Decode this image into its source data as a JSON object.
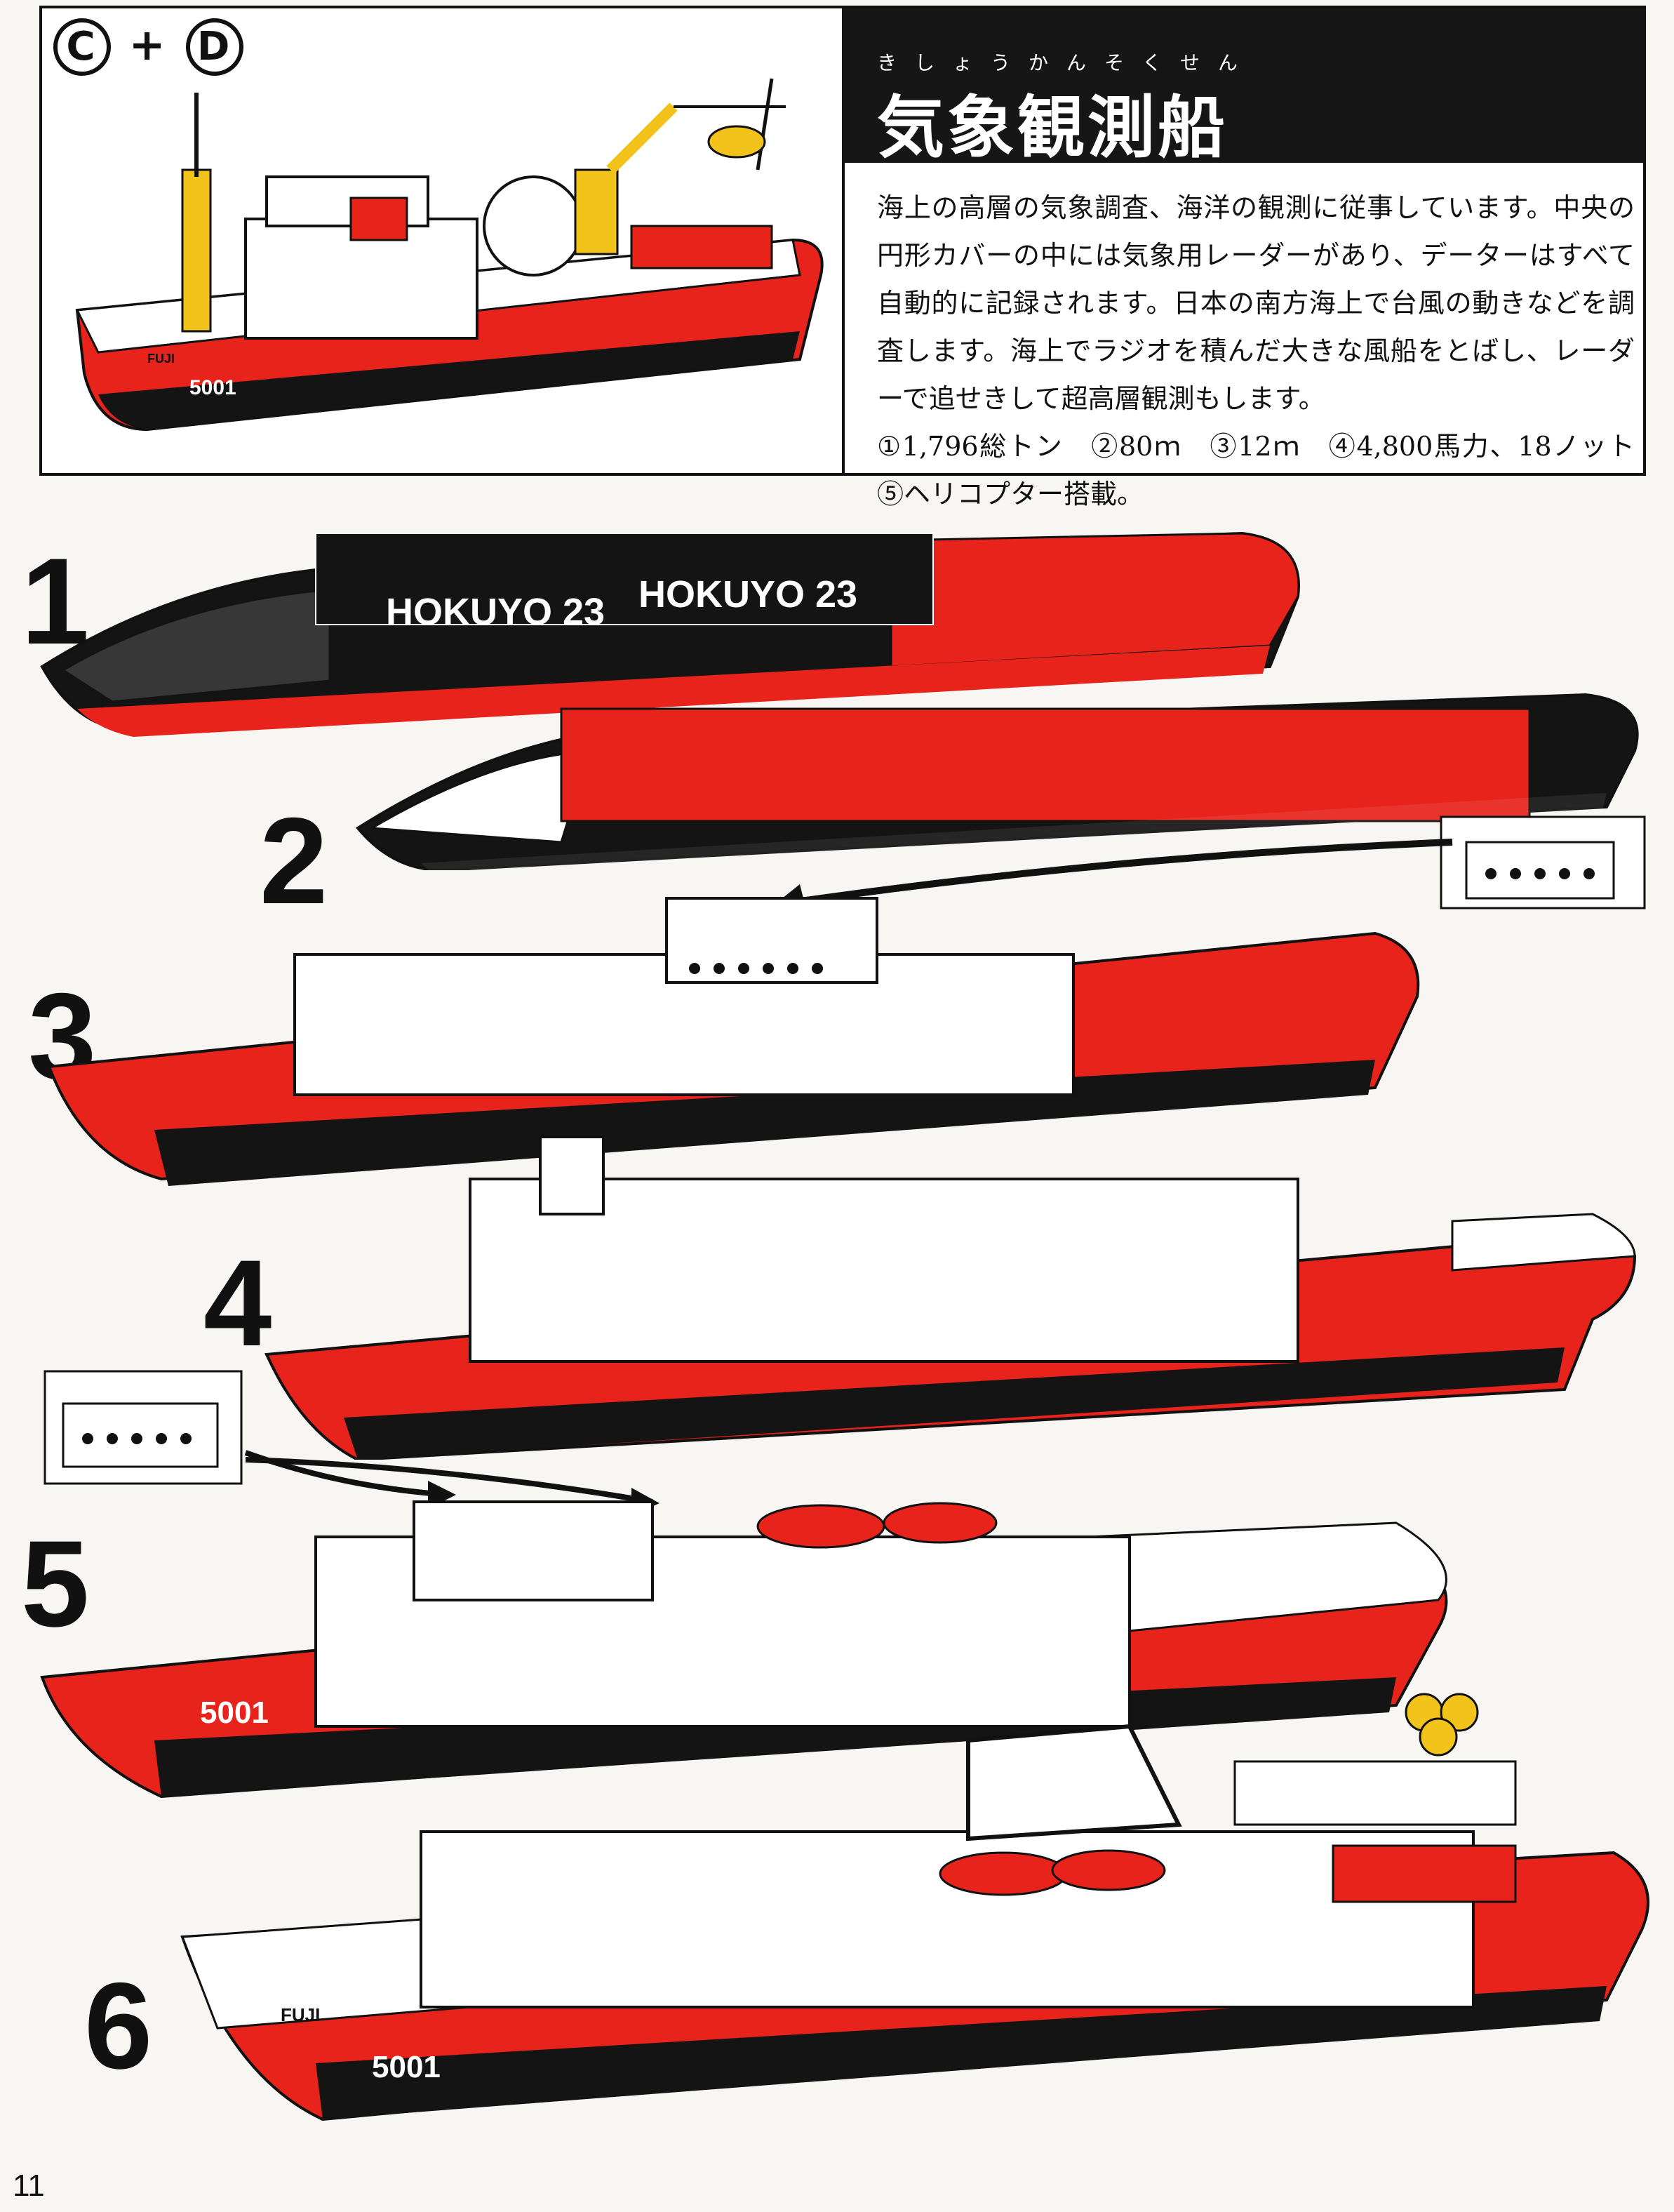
{
  "header": {
    "model_code": {
      "left": "C",
      "plus": "+",
      "right": "D"
    },
    "title_furigana": "きしょうかんそくせん",
    "title": "気象観測船",
    "description": "海上の高層の気象調査、海洋の観測に従事しています。中央の円形カバーの中には気象用レーダーがあり、データーはすべて自動的に記録されます。日本の南方海上で台風の動きなどを調査します。海上でラジオを積んだ大きな風船をとばし、レーダーで追せきして超高層観測もします。",
    "specs": "①1,796総トン　②80ｍ　③12ｍ　④4,800馬力、18ノット　⑤ヘリコプター搭載。"
  },
  "preview": {
    "hull_number": "5001",
    "ship_name": "FUJI"
  },
  "steps": [
    {
      "number": "1",
      "hull_text_a": "HOKUYO 23",
      "hull_text_b": "HOKUYO 23"
    },
    {
      "number": "2"
    },
    {
      "number": "3"
    },
    {
      "number": "4"
    },
    {
      "number": "5",
      "hull_number": "5001"
    },
    {
      "number": "6",
      "hull_number": "5001",
      "ship_name": "FUJI"
    }
  ],
  "page_number": "11",
  "colors": {
    "hull_red": "#e8231c",
    "hull_black": "#141414",
    "brick_white": "#ffffff",
    "crane_yellow": "#f2c31b"
  }
}
